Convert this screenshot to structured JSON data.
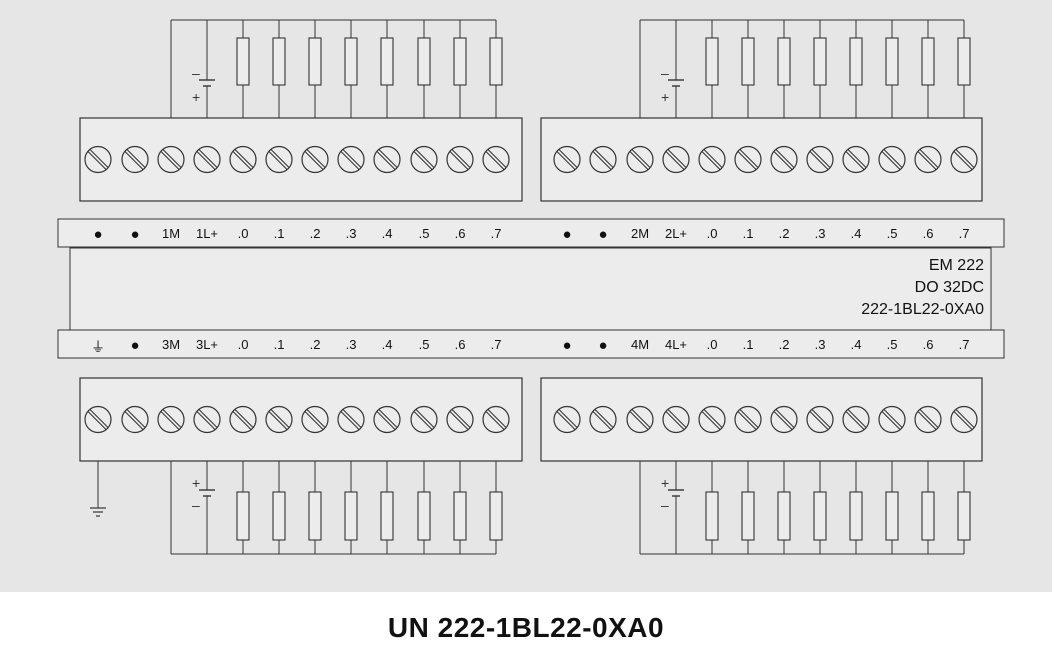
{
  "top_row": {
    "left": [
      "●",
      "●",
      "1M",
      "1L+",
      ".0",
      ".1",
      ".2",
      ".3",
      ".4",
      ".5",
      ".6",
      ".7"
    ],
    "right": [
      "●",
      "●",
      "2M",
      "2L+",
      ".0",
      ".1",
      ".2",
      ".3",
      ".4",
      ".5",
      ".6",
      ".7"
    ]
  },
  "bottom_row": {
    "left": [
      "⏚",
      "●",
      "3M",
      "3L+",
      ".0",
      ".1",
      ".2",
      ".3",
      ".4",
      ".5",
      ".6",
      ".7"
    ],
    "right": [
      "●",
      "●",
      "4M",
      "4L+",
      ".0",
      ".1",
      ".2",
      ".3",
      ".4",
      ".5",
      ".6",
      ".7"
    ]
  },
  "module": {
    "line1": "EM  222",
    "line2": "DO 32DC",
    "line3": "222-1BL22-0XA0"
  },
  "caption": "UN 222-1BL22-0XA0",
  "colors": {
    "background": "#e6e6e6",
    "panel": "#ececec",
    "line": "#333333"
  }
}
